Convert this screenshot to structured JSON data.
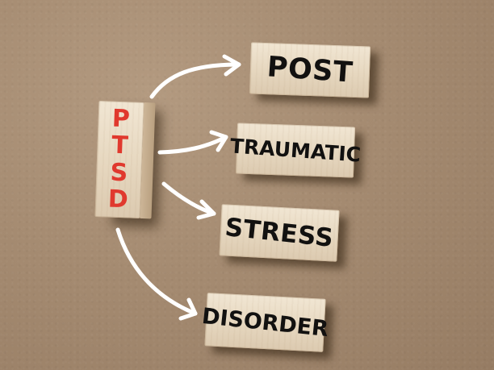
{
  "acronym": {
    "letters": [
      "P",
      "T",
      "S",
      "D"
    ],
    "color": "#e0392e"
  },
  "words": [
    {
      "id": "post",
      "text": "POST"
    },
    {
      "id": "traumatic",
      "text": "TRAUMATIC"
    },
    {
      "id": "stress",
      "text": "STRESS"
    },
    {
      "id": "disorder",
      "text": "DISORDER"
    }
  ],
  "colors": {
    "background": "#a58b71",
    "wood": "#e6d7bf",
    "word_text": "#121110",
    "arrow": "#ffffff"
  }
}
